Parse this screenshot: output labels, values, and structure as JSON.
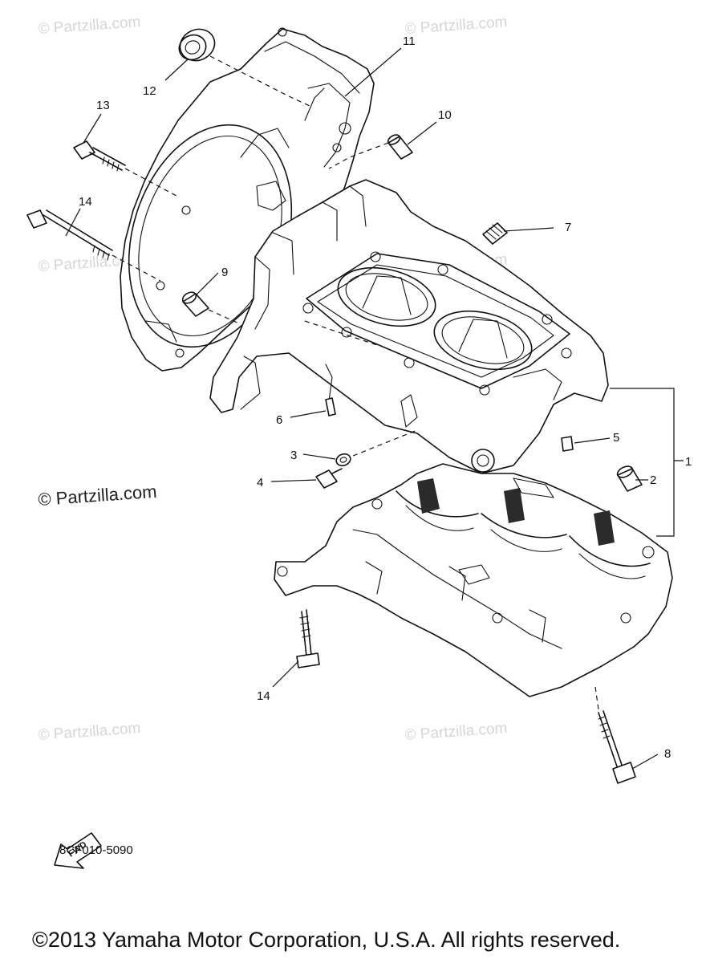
{
  "watermark_small": "© Partzilla.com",
  "watermark_main": "© Partzilla.com",
  "callouts": {
    "c1": "1",
    "c2": "2",
    "c3": "3",
    "c4": "4",
    "c5": "5",
    "c6": "6",
    "c7": "7",
    "c8": "8",
    "c9": "9",
    "c10": "10",
    "c11": "11",
    "c12": "12",
    "c13": "13",
    "c14_upper": "14",
    "c14_lower": "14"
  },
  "fwd_label": "FWD",
  "diagram_code": "8CF010-5090",
  "copyright": "©2013  Yamaha Motor Corporation, U.S.A. All rights reserved."
}
